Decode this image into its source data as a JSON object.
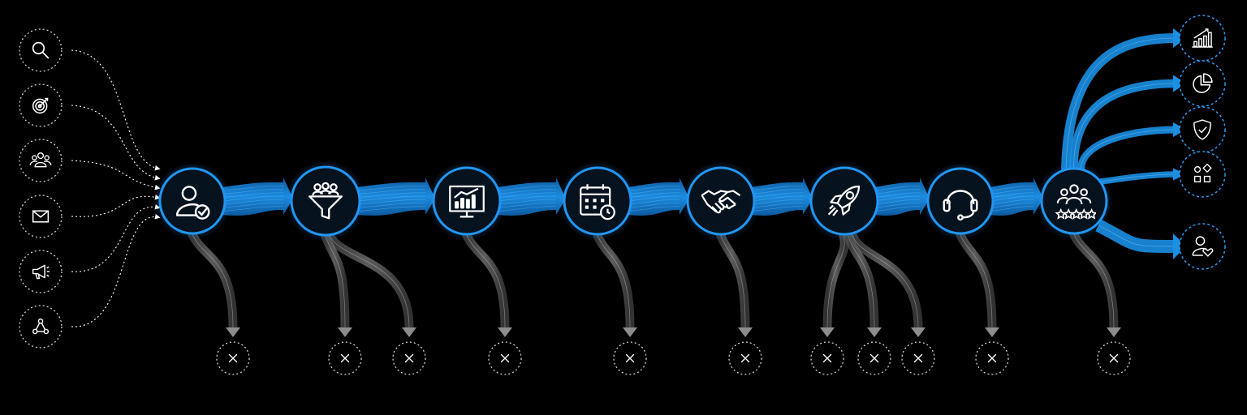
{
  "colors": {
    "background": "#000000",
    "flow_blue": "#1a8fe3",
    "node_ring": "#2196f3",
    "node_fill": "#06121d",
    "icon_white": "#ffffff",
    "dropoff_grey": "#9a9a9a",
    "dashed_outline": "#d0d0d0",
    "outcome_blue": "#2a9df4"
  },
  "sources": [
    {
      "icon": "search-icon"
    },
    {
      "icon": "target-icon"
    },
    {
      "icon": "community-icon"
    },
    {
      "icon": "envelope-icon"
    },
    {
      "icon": "megaphone-icon"
    },
    {
      "icon": "share-network-icon"
    }
  ],
  "stages": [
    {
      "icon": "user-check-icon",
      "dropoffs": 1
    },
    {
      "icon": "funnel-people-icon",
      "dropoffs": 2
    },
    {
      "icon": "presentation-chart-icon",
      "dropoffs": 1
    },
    {
      "icon": "calendar-clock-icon",
      "dropoffs": 1
    },
    {
      "icon": "handshake-icon",
      "dropoffs": 1
    },
    {
      "icon": "rocket-icon",
      "dropoffs": 3
    },
    {
      "icon": "headset-icon",
      "dropoffs": 1
    },
    {
      "icon": "group-rating-icon",
      "dropoffs": 1
    }
  ],
  "outcomes": [
    {
      "icon": "growth-bars-icon"
    },
    {
      "icon": "pie-chart-icon"
    },
    {
      "icon": "shield-check-icon"
    },
    {
      "icon": "app-blocks-icon"
    },
    {
      "icon": "customer-love-icon"
    }
  ],
  "dropoff_icon": "x-icon"
}
